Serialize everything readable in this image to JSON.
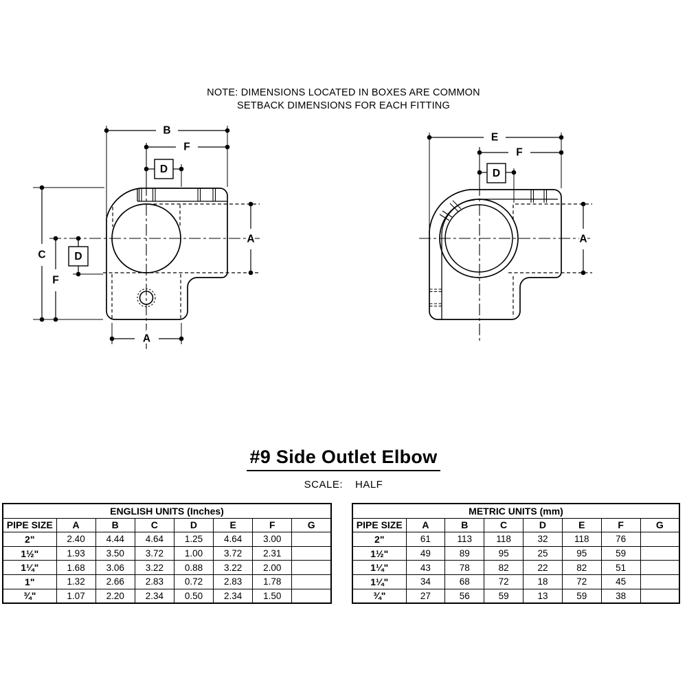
{
  "note": {
    "line1": "NOTE: DIMENSIONS LOCATED IN BOXES ARE COMMON",
    "line2": "SETBACK DIMENSIONS FOR EACH FITTING"
  },
  "title": "#9 Side Outlet Elbow",
  "scale": {
    "label": "SCALE:",
    "value": "HALF"
  },
  "views": {
    "front": {
      "dims": {
        "b": "B",
        "f_top": "F",
        "d_top": "D",
        "c": "C",
        "f_left": "F",
        "d_left": "D",
        "a_right": "A",
        "a_bottom": "A"
      }
    },
    "side": {
      "dims": {
        "e": "E",
        "f": "F",
        "d": "D",
        "a": "A"
      }
    }
  },
  "tables": {
    "english": {
      "title": "ENGLISH UNITS (Inches)",
      "headers": [
        "PIPE SIZE",
        "A",
        "B",
        "C",
        "D",
        "E",
        "F",
        "G"
      ],
      "rows": [
        {
          "cells": [
            "2\"",
            "2.40",
            "4.44",
            "4.64",
            "1.25",
            "4.64",
            "3.00",
            ""
          ]
        },
        {
          "cells": [
            "1½\"",
            "1.93",
            "3.50",
            "3.72",
            "1.00",
            "3.72",
            "2.31",
            ""
          ]
        },
        {
          "cells": [
            "1¼\"",
            "1.68",
            "3.06",
            "3.22",
            "0.88",
            "3.22",
            "2.00",
            ""
          ]
        },
        {
          "cells": [
            "1\"",
            "1.32",
            "2.66",
            "2.83",
            "0.72",
            "2.83",
            "1.78",
            ""
          ]
        },
        {
          "cells": [
            "¾\"",
            "1.07",
            "2.20",
            "2.34",
            "0.50",
            "2.34",
            "1.50",
            ""
          ]
        }
      ]
    },
    "metric": {
      "title": "METRIC UNITS (mm)",
      "headers": [
        "PIPE SIZE",
        "A",
        "B",
        "C",
        "D",
        "E",
        "F",
        "G"
      ],
      "rows": [
        {
          "cells": [
            "2\"",
            "61",
            "113",
            "118",
            "32",
            "118",
            "76",
            ""
          ]
        },
        {
          "cells": [
            "1½\"",
            "49",
            "89",
            "95",
            "25",
            "95",
            "59",
            ""
          ]
        },
        {
          "cells": [
            "1¼\"",
            "43",
            "78",
            "82",
            "22",
            "82",
            "51",
            ""
          ]
        },
        {
          "cells": [
            "1¼\"",
            "34",
            "68",
            "72",
            "18",
            "72",
            "45",
            ""
          ]
        },
        {
          "cells": [
            "¾\"",
            "27",
            "56",
            "59",
            "13",
            "59",
            "38",
            ""
          ]
        }
      ]
    }
  }
}
